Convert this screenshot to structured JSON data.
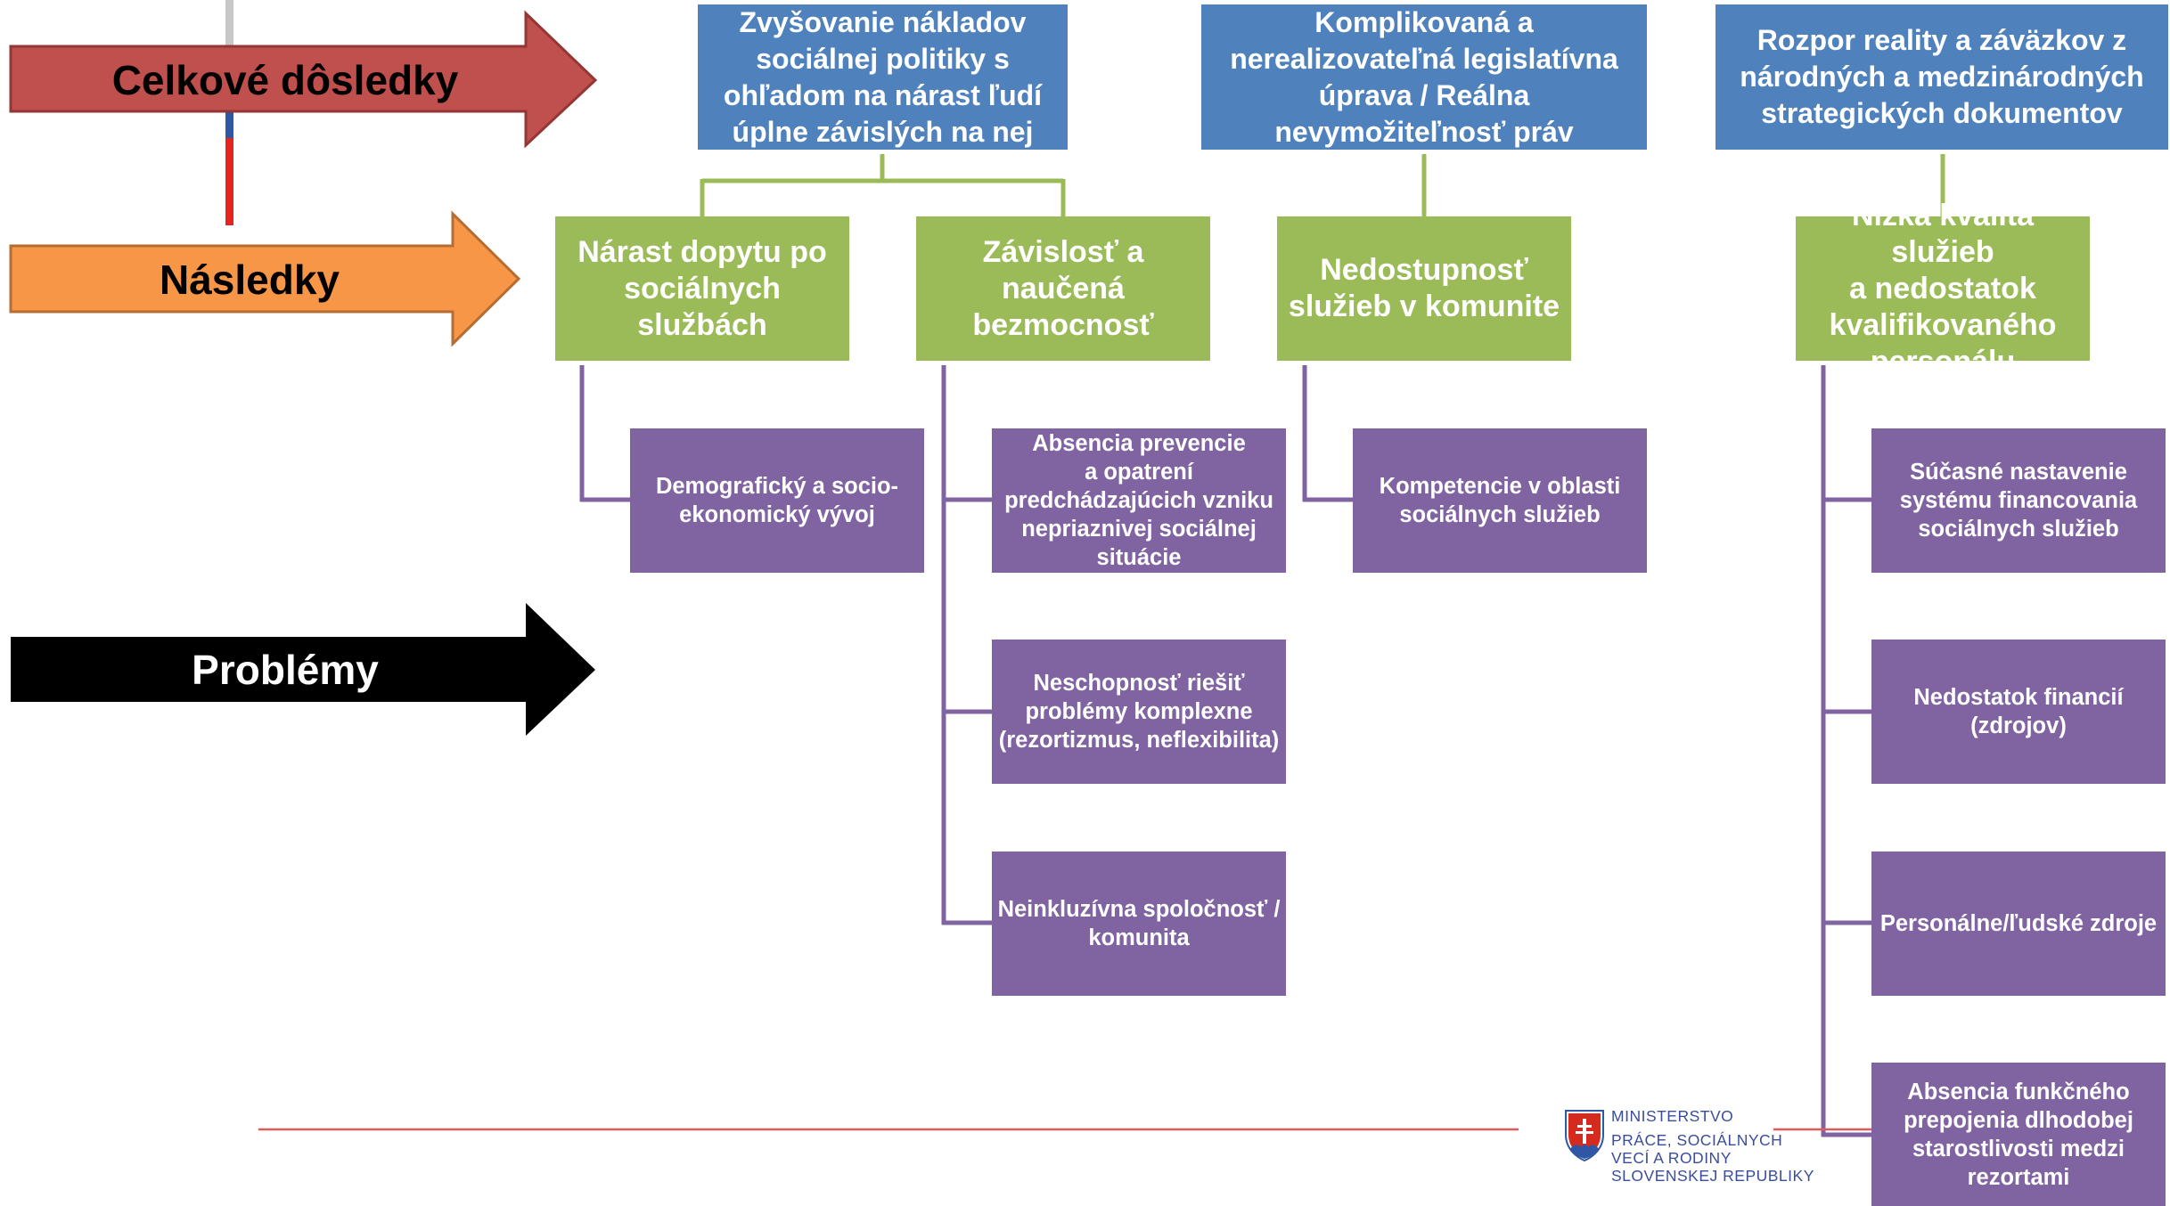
{
  "rows": {
    "celkove": "Celkové dôsledky",
    "nasledky": "Následky",
    "problemy": "Problémy"
  },
  "celkove_dosledky": [
    "Zvyšovanie nákladov\nsociálnej politiky s\nohľadom na nárast ľudí\núplne závislých na nej",
    "Komplikovaná a\nnerealizovateľná legislatívna\núprava  / Reálna\nnevymožiteľnosť práv",
    "Rozpor reality a záväzkov z\nnárodných a medzinárodných\nstrategických dokumentov"
  ],
  "nasledky": [
    "Nárast dopytu po\nsociálnych službách",
    "Závislosť a naučená\nbezmocnosť",
    "Nedostupnosť\nslužieb v komunite",
    "Nízka kvalita služieb\na nedostatok\nkvalifikovaného\npersonálu"
  ],
  "problemy": {
    "col1": [
      "Demografický a socio-\nekonomický vývoj"
    ],
    "col2": [
      "Absencia prevencie\na opatrení\npredchádzajúcich vzniku\nnepriaznivej sociálnej\nsituácie",
      "Neschopnosť riešiť\nproblémy komplexne\n(rezortizmus, neflexibilita)",
      "Neinkluzívna spoločnosť /\nkomunita"
    ],
    "col3": [
      "Kompetencie v oblasti\nsociálnych služieb"
    ],
    "col4": [
      "Súčasné nastavenie\nsystému financovania\nsociálnych služieb",
      "Nedostatok financií\n(zdrojov)",
      "Personálne/ľudské zdroje",
      "Absencia funkčného\nprepojenia dlhodobej\nstarostlivosti medzi\nrezortami"
    ]
  },
  "logo": {
    "line1": "Ministerstvo",
    "line2": "práce, sociálnych",
    "line3": "vecí a rodiny",
    "line4": "Slovenskej republiky"
  },
  "colors": {
    "red_arrow": "#c0504d",
    "orange_arrow": "#f79646",
    "black_arrow": "#000000",
    "blue_box": "#4f81bd",
    "green_box": "#9bbb59",
    "purple_box": "#8064a2",
    "green_line": "#9bbb59",
    "purple_line": "#8064a2"
  }
}
